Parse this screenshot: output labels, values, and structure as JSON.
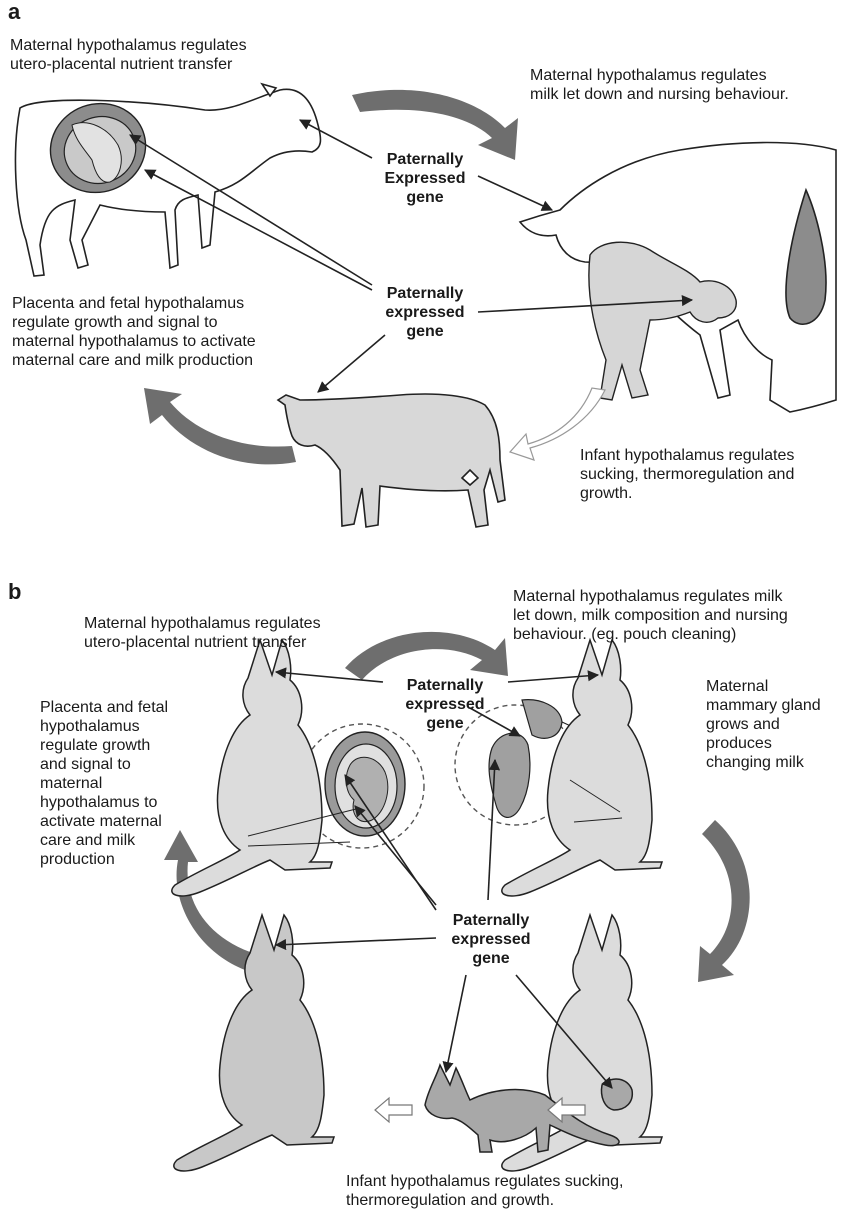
{
  "panel_a": {
    "label": "a",
    "maternal_nutrient": "Maternal hypothalamus regulates\nutero-placental nutrient transfer",
    "maternal_milk": "Maternal hypothalamus regulates\nmilk let down and nursing behaviour.",
    "paternal_gene_1": "Paternally\nExpressed\ngene",
    "paternal_gene_2": "Paternally\nexpressed\ngene",
    "placenta": "Placenta and fetal hypothalamus\nregulate growth and signal to\nmaternal hypothalamus to activate\nmaternal care and milk production",
    "infant": "Infant hypothalamus regulates\nsucking, thermoregulation and\ngrowth."
  },
  "panel_b": {
    "label": "b",
    "maternal_nutrient": "Maternal hypothalamus regulates\nutero-placental nutrient transfer",
    "maternal_milk": "Maternal hypothalamus regulates milk\nlet down, milk composition and nursing\nbehaviour. (eg. pouch cleaning)",
    "paternal_gene_1": "Paternally\nexpressed\ngene",
    "paternal_gene_2": "Paternally\nexpressed\ngene",
    "placenta": "Placenta and fetal\nhypothalamus\nregulate growth\nand signal to\nmaternal\nhypothalamus to\nactivate maternal\ncare and milk\nproduction",
    "mammary": "Maternal\nmammary gland\ngrows and\nproduces\nchanging milk",
    "infant": "Infant hypothalamus regulates sucking,\nthermoregulation and growth."
  },
  "colors": {
    "arrow_dark": "#6e6e6e",
    "animal_fill": "#d8d8d8",
    "animal_dark": "#a9a9a9",
    "outline": "#222222"
  }
}
